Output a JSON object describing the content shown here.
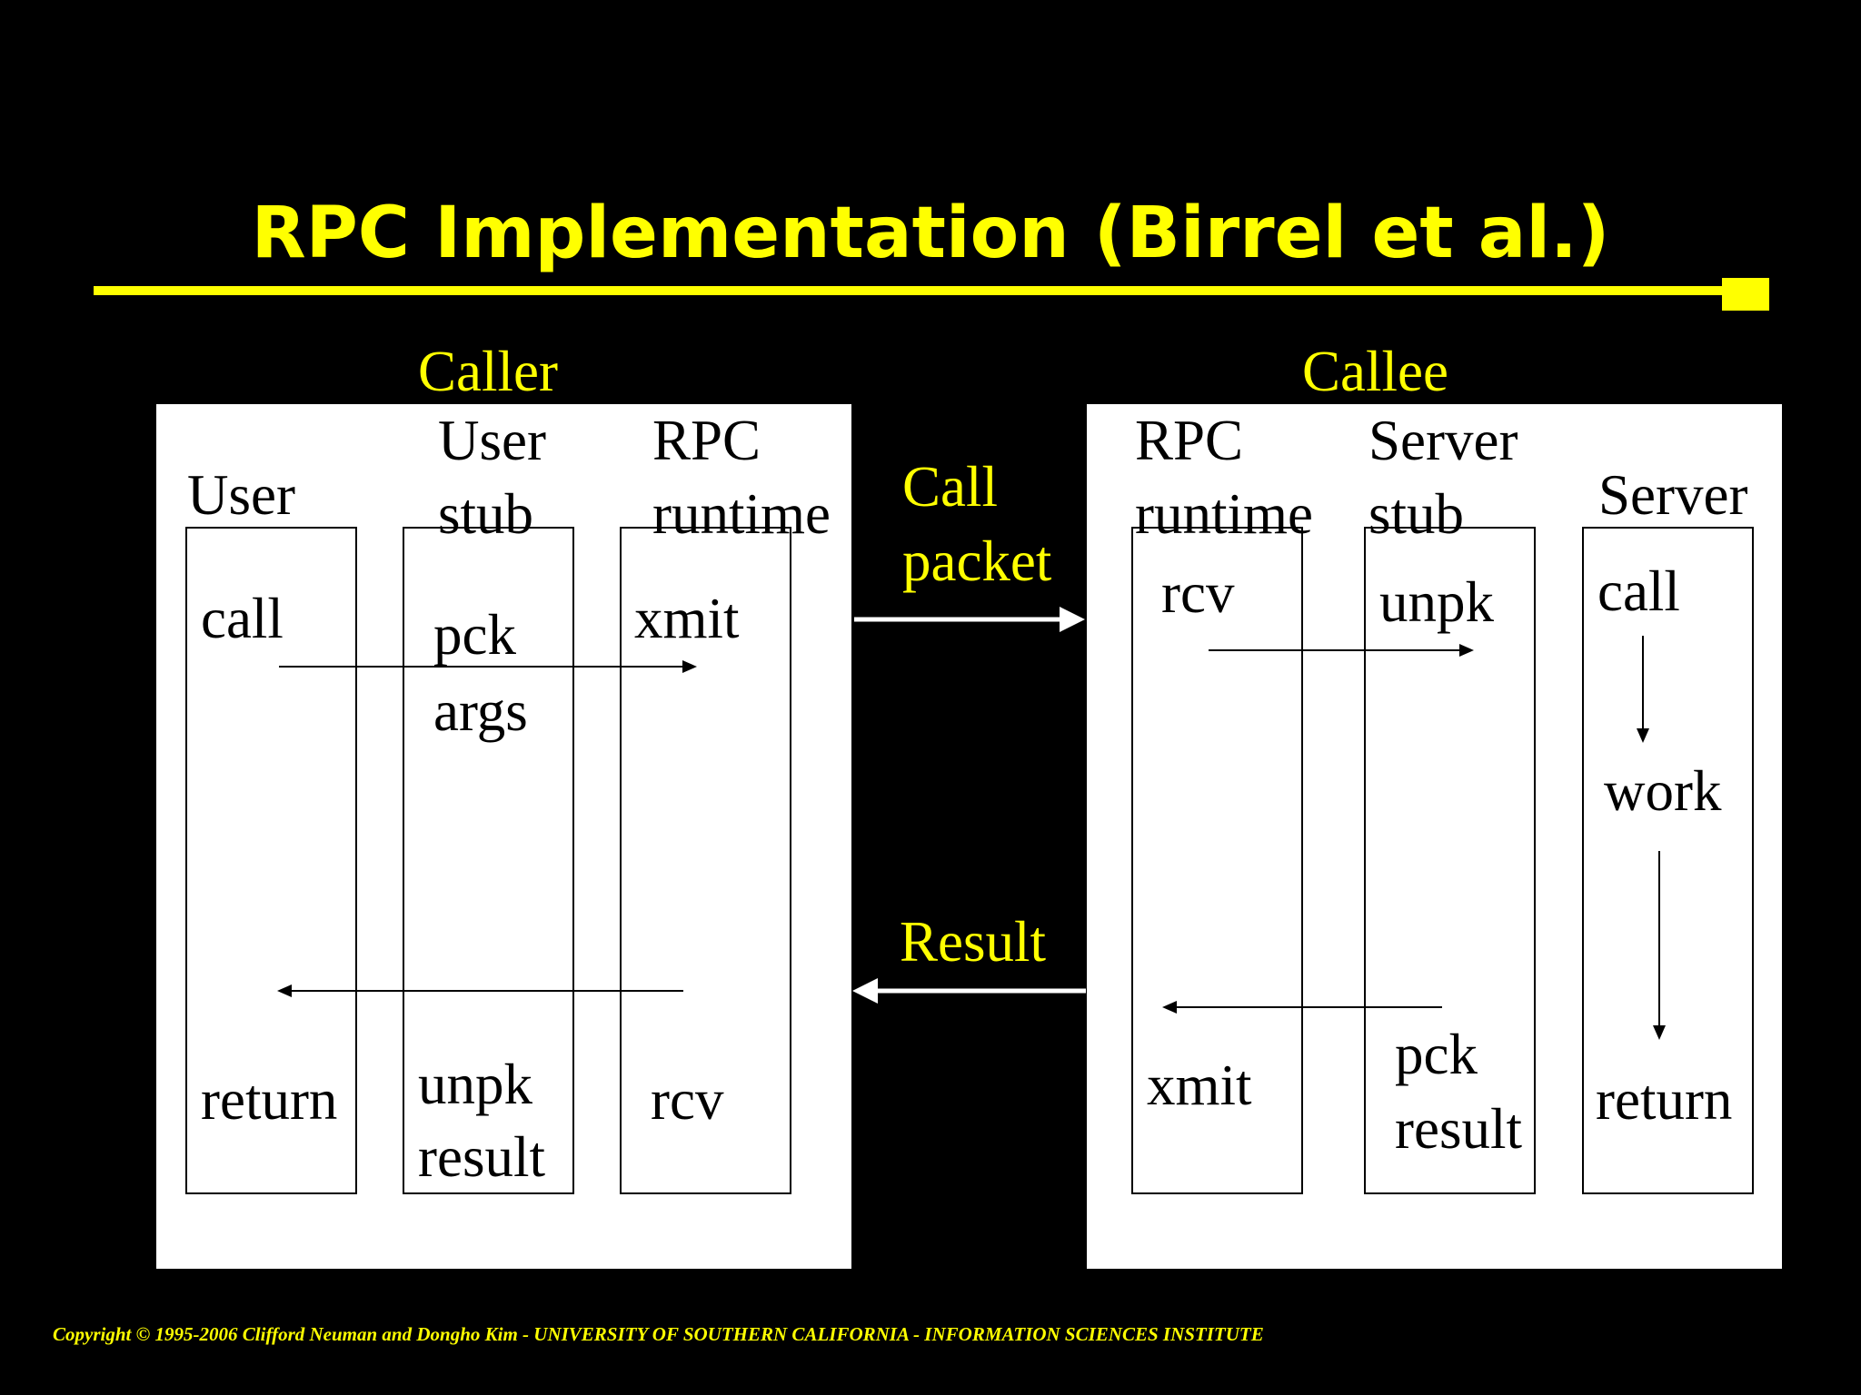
{
  "slide": {
    "title": "RPC Implementation (Birrel et al.)",
    "copyright": "Copyright © 1995-2006  Clifford Neuman and Dongho Kim - UNIVERSITY OF SOUTHERN CALIFORNIA - INFORMATION SCIENCES INSTITUTE",
    "colors": {
      "background": "#000000",
      "accent": "#ffff00",
      "panel": "#ffffff",
      "ink": "#000000"
    }
  },
  "caller": {
    "heading": "Caller",
    "columns": {
      "user": {
        "label": "User",
        "top_text": "call",
        "bottom_text": "return"
      },
      "user_stub": {
        "label_1": "User",
        "label_2": "stub",
        "top_text_1": "pck",
        "top_text_2": "args",
        "bottom_text_1": "unpk",
        "bottom_text_2": "result"
      },
      "rpc_runtime": {
        "label_1": "RPC",
        "label_2": "runtime",
        "top_text": "xmit",
        "bottom_text": "rcv"
      }
    }
  },
  "callee": {
    "heading": "Callee",
    "columns": {
      "rpc_runtime": {
        "label_1": "RPC",
        "label_2": "runtime",
        "top_text": "rcv",
        "bottom_text": "xmit"
      },
      "server_stub": {
        "label_1": "Server",
        "label_2": "stub",
        "top_text": "unpk",
        "bottom_text_1": "pck",
        "bottom_text_2": "result"
      },
      "server": {
        "label": "Server",
        "top_text": "call",
        "middle_text": "work",
        "bottom_text": "return"
      }
    }
  },
  "network": {
    "call_packet_1": "Call",
    "call_packet_2": "packet",
    "result": "Result"
  }
}
